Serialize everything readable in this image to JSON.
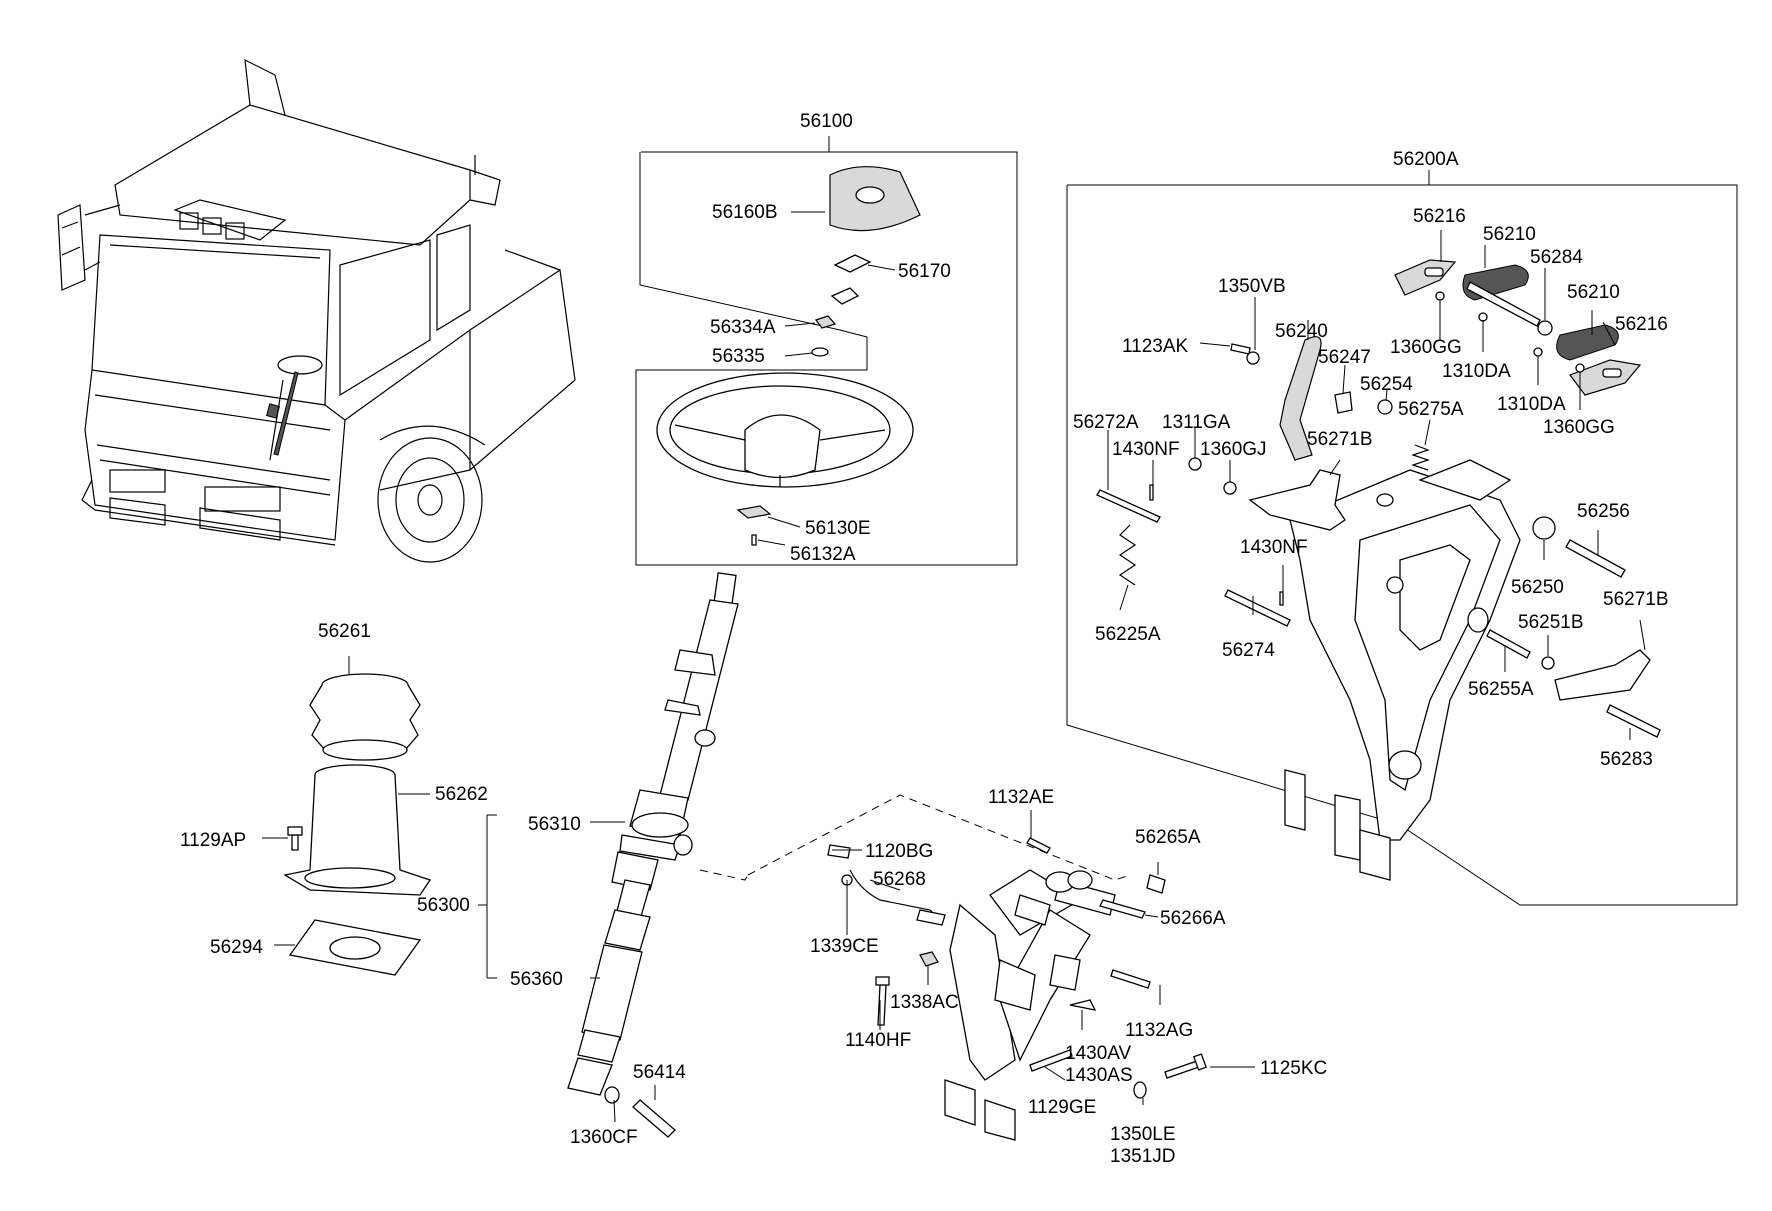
{
  "labels": {
    "l56100": "56100",
    "l56160B": "56160B",
    "l56170": "56170",
    "l56334A": "56334A",
    "l56335": "56335",
    "l56130E": "56130E",
    "l56132A": "56132A",
    "l56261": "56261",
    "l56262": "56262",
    "l1129AP": "1129AP",
    "l56294": "56294",
    "l56310": "56310",
    "l56300": "56300",
    "l56360": "56360",
    "l56414": "56414",
    "l1360CF": "1360CF",
    "l1132AE": "1132AE",
    "l1120BG": "1120BG",
    "l56268": "56268",
    "l1339CE": "1339CE",
    "l1338AC": "1338AC",
    "l1140HF": "1140HF",
    "l56265A": "56265A",
    "l56266A": "56266A",
    "l1132AG": "1132AG",
    "l1430AV": "1430AV",
    "l1430AS": "1430AS",
    "l1129GE": "1129GE",
    "l1125KC": "1125KC",
    "l1350LE": "1350LE",
    "l1351JD": "1351JD",
    "l56200A": "56200A",
    "l56216a": "56216",
    "l56210a": "56210",
    "l56284": "56284",
    "l56210b": "56210",
    "l56216b": "56216",
    "l1350VB": "1350VB",
    "l56240": "56240",
    "l1123AK": "1123AK",
    "l1360GGa": "1360GG",
    "l1310DAa": "1310DA",
    "l1310DAb": "1310DA",
    "l1360GGb": "1360GG",
    "l56247": "56247",
    "l56254": "56254",
    "l56272A": "56272A",
    "l1311GA": "1311GA",
    "l56275A": "56275A",
    "l1430NFa": "1430NF",
    "l1360GJ": "1360GJ",
    "l56271Ba": "56271B",
    "l56256": "56256",
    "l1430NFb": "1430NF",
    "l56250": "56250",
    "l56271Bb": "56271B",
    "l56251B": "56251B",
    "l56225A": "56225A",
    "l56274": "56274",
    "l56255A": "56255A",
    "l56283": "56283"
  }
}
